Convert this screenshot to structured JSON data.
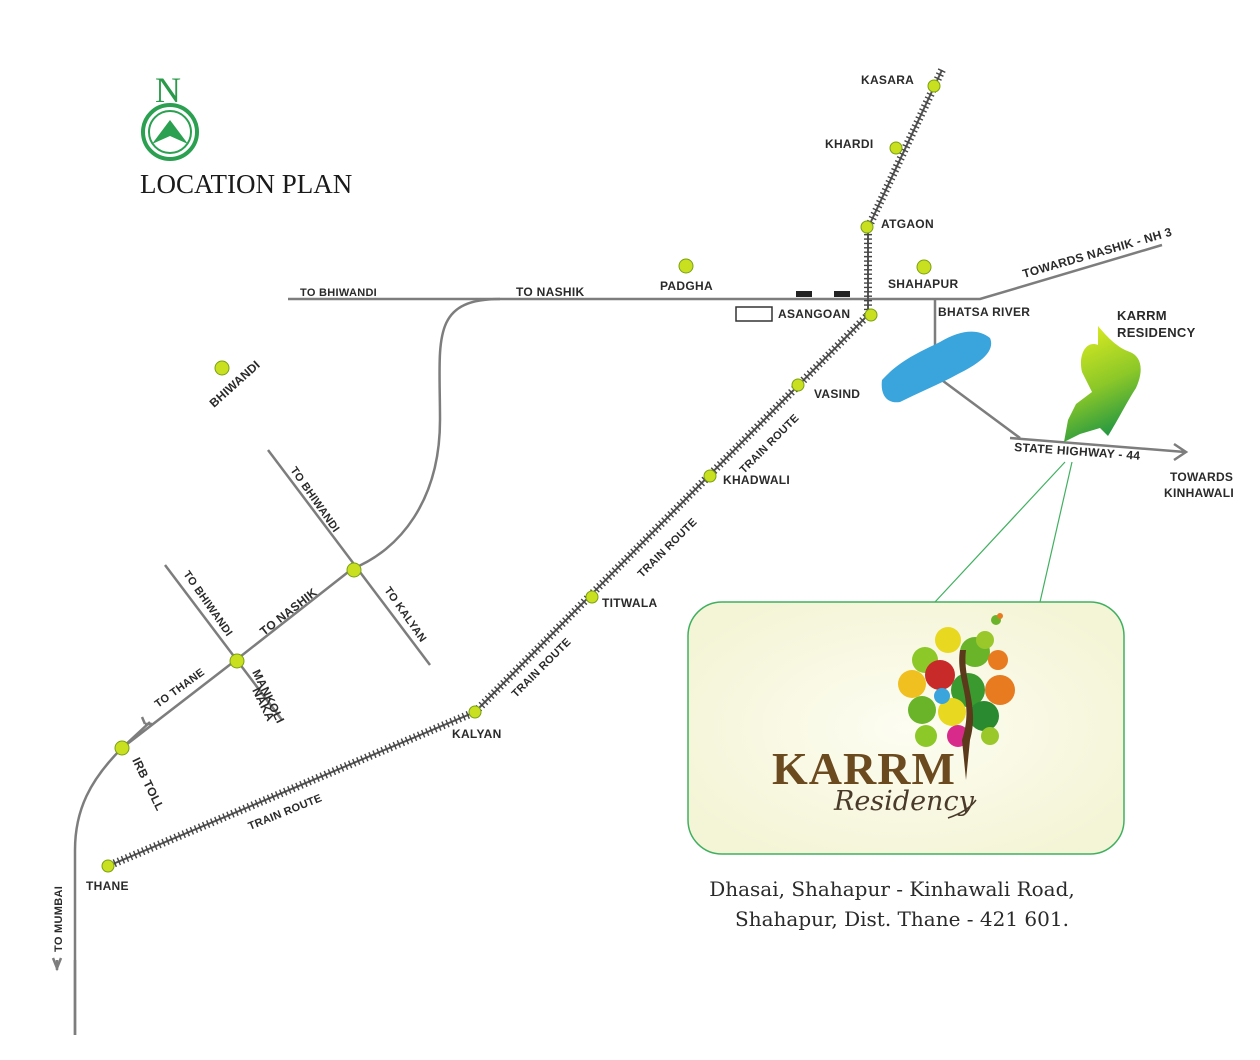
{
  "title": "LOCATION PLAN",
  "compass": {
    "letter": "N",
    "icon": "north-arrow-icon"
  },
  "colors": {
    "road": "#7d7d7d",
    "rail": "#444444",
    "station": "#c8e020",
    "river": "#3aa4dc",
    "site": "#8ac820",
    "callout_border": "#40b060",
    "callout_fill": "#fafae4",
    "title": "#1a1a1a"
  },
  "stations": {
    "kasara": "KASARA",
    "khardi": "KHARDI",
    "atgaon": "ATGAON",
    "asangoan": "ASANGOAN",
    "vasind": "VASIND",
    "khadwali": "KHADWALI",
    "titwala": "TITWALA",
    "kalyan": "KALYAN",
    "thane": "THANE"
  },
  "places": {
    "padgha": "PADGHA",
    "shahapur": "SHAHAPUR",
    "bhiwandi": "BHIWANDI",
    "mankoli_1": "MANKOLI",
    "mankoli_2": "NAKA",
    "irb_toll": "IRB TOLL"
  },
  "roads": {
    "to_bhiwandi_top": "TO BHIWANDI",
    "to_nashik_top": "TO NASHIK",
    "towards_nashik_nh3": "TOWARDS NASHIK - NH 3",
    "bhatsa_river": "BHATSA RIVER",
    "state_highway": "STATE HIGHWAY - 44",
    "towards_kinhawali_1": "TOWARDS",
    "towards_kinhawali_2": "KINHAWALI",
    "to_bhiwandi_mid": "TO BHIWANDI",
    "to_kalyan": "TO KALYAN",
    "to_nashik_mid": "TO NASHIK",
    "to_bhiwandi_low": "TO BHIWANDI",
    "to_thane": "TO THANE",
    "to_mumbai": "TO MUMBAI"
  },
  "train_route": "TRAIN ROUTE",
  "site": {
    "line1": "KARRM",
    "line2": "RESIDENCY"
  },
  "logo": {
    "brand": "KARRM",
    "sub": "Residency"
  },
  "address": {
    "line1": "Dhasai, Shahapur - Kinhawali Road,",
    "line2": "Shahapur, Dist. Thane - 421 601."
  }
}
